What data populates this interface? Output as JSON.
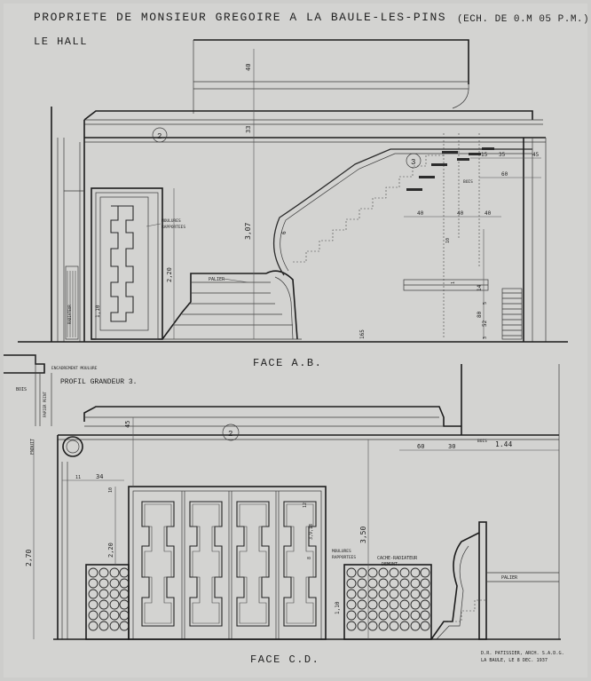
{
  "title": {
    "main": "PROPRIETE DE MONSIEUR GREGOIRE A LA BAULE-LES-PINS",
    "scale": "(ECH. DE 0.M 05 P.M.)",
    "room": "LE HALL"
  },
  "face_ab": {
    "caption": "FACE A.B.",
    "marker_2": "2",
    "marker_3": "3",
    "notes": {
      "moulures": "MOULURES",
      "rapportees": "RAPPORTEES",
      "palier": "PALIER",
      "radiateur": "RADIATEUR",
      "bois": "BOIS"
    },
    "dims": {
      "d40": "40",
      "d33": "33",
      "d307": "3,07",
      "d220": "2,20",
      "d110": "1,10",
      "d165": "165",
      "d15": "15",
      "d35": "35",
      "d45": "45",
      "d60": "60",
      "d40b": "40",
      "d40c": "40",
      "d40d": "40",
      "d14": "14",
      "d80": "80",
      "d52": "52",
      "d5": "5",
      "d6": "6",
      "d10": "10",
      "d1": "1",
      "d3": "3"
    }
  },
  "profile": {
    "label": "PROFIL GRANDEUR 3.",
    "enc_label": "ENCADREMENT MOULURE",
    "bois": "BOIS",
    "enduit": "ENDUIT",
    "papier": "PAPIER PEINT"
  },
  "face_cd": {
    "caption": "FACE C.D.",
    "marker_2": "2",
    "notes": {
      "moulures": "MOULURES",
      "rapportees": "RAPPORTEES",
      "cache": "CACHE-RADIATEUR",
      "demont": "DEMONT.",
      "palier": "PALIER",
      "bois": "BOIS"
    },
    "dims": {
      "d45": "45",
      "d34": "34",
      "d11": "11",
      "d270": "2,70",
      "d220": "2,20",
      "d350": "3,50",
      "d110": "1,10",
      "d60": "60",
      "d30": "30",
      "d144": "1.44",
      "d10": "10",
      "d8": "8",
      "d12": "12",
      "d3": "3,9,18"
    }
  },
  "signature": {
    "line1": "D.R. PATISSIER, ARCH. S.A.D.G.",
    "line2": "LA BAULE, LE 8 DEC. 1937"
  }
}
